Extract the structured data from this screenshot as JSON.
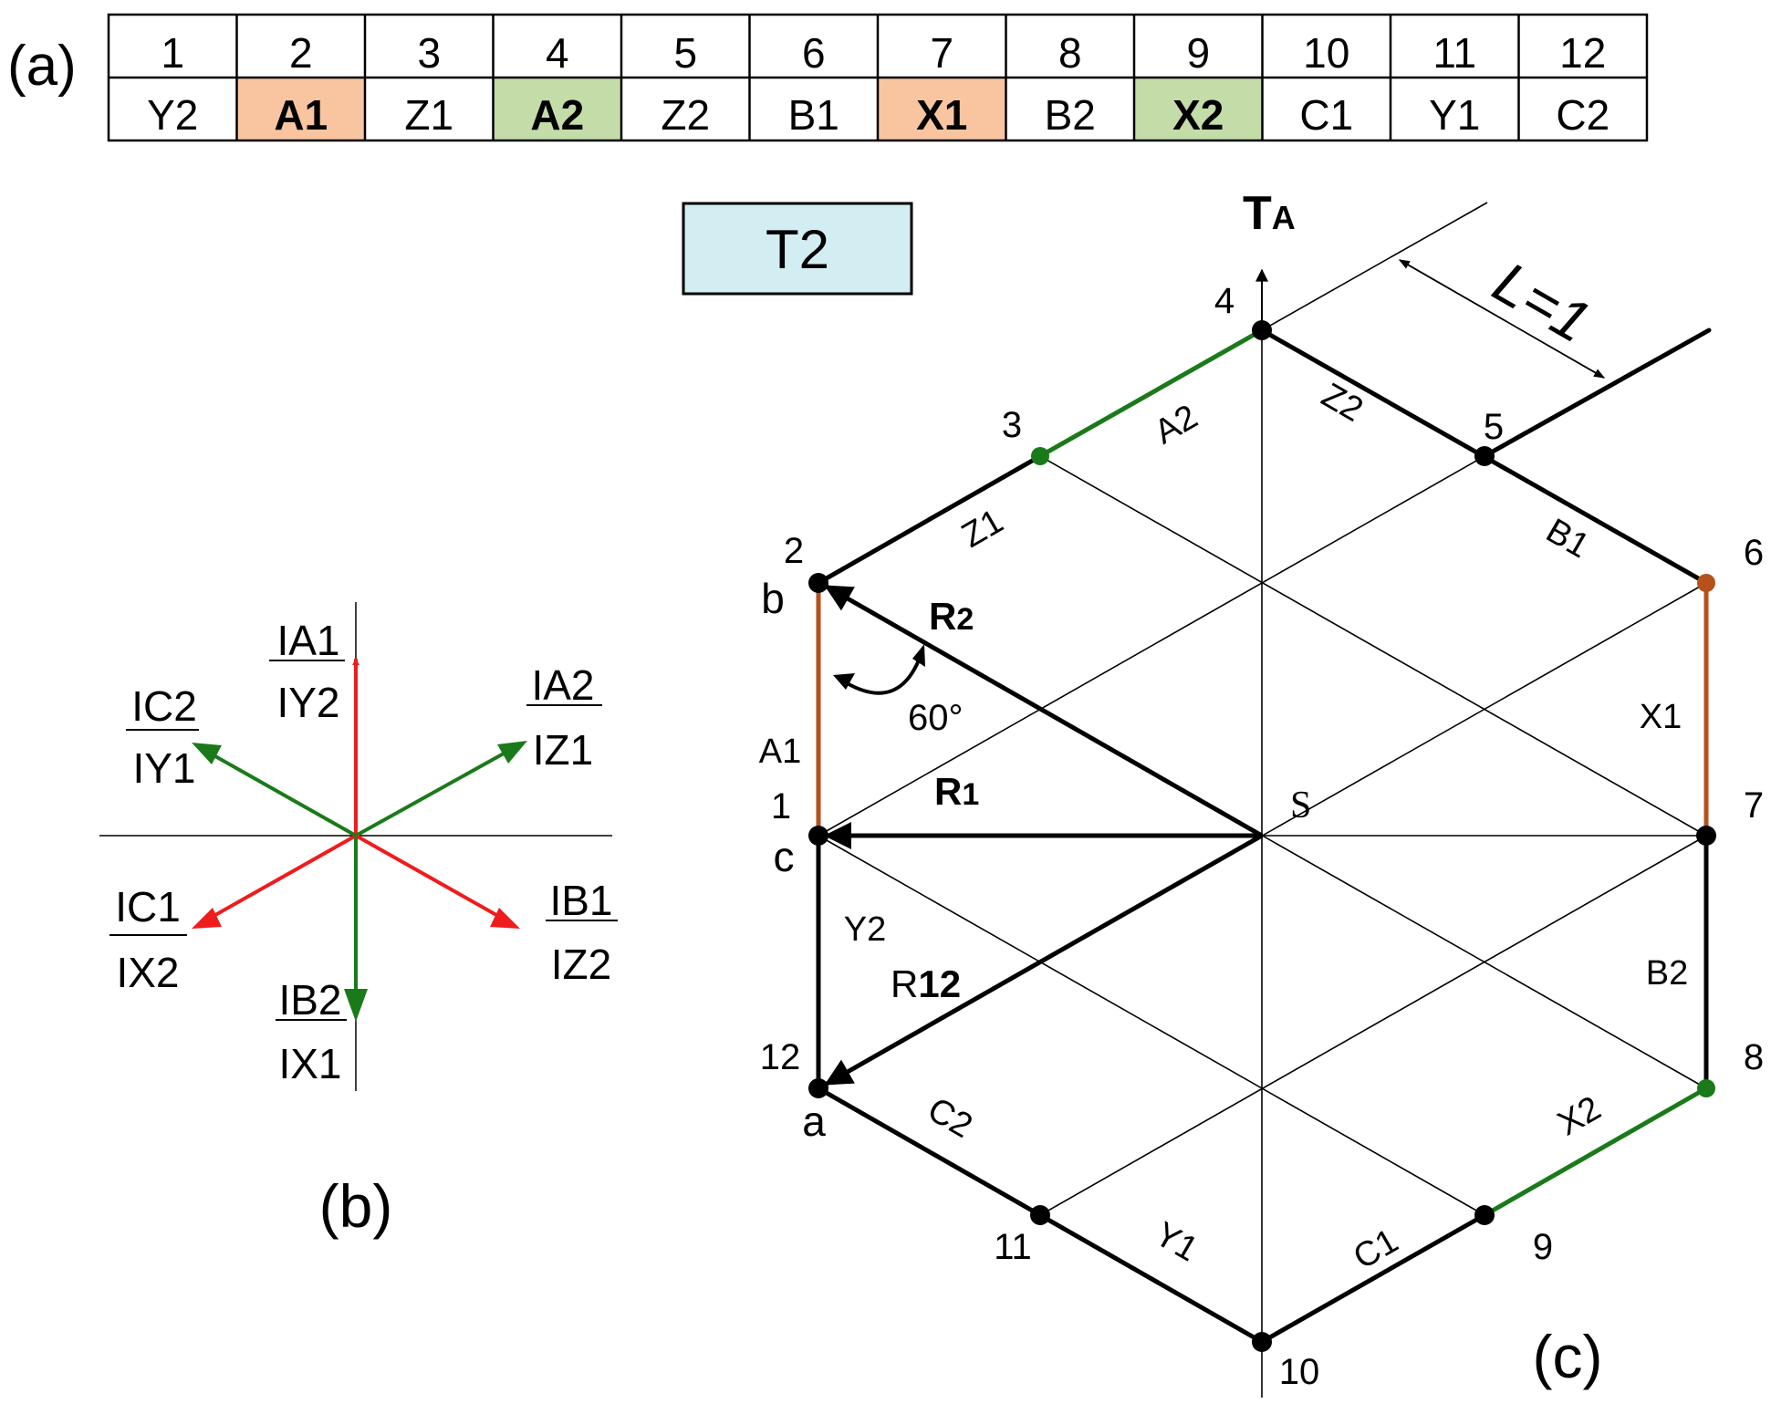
{
  "panel_a": {
    "label": "(a)",
    "headers": [
      "1",
      "2",
      "3",
      "4",
      "5",
      "6",
      "7",
      "8",
      "9",
      "10",
      "11",
      "12"
    ],
    "cells": [
      {
        "text": "Y2",
        "bg": "#ffffff",
        "bold": false
      },
      {
        "text": "A1",
        "bg": "#f8c5a0",
        "bold": true
      },
      {
        "text": "Z1",
        "bg": "#ffffff",
        "bold": false
      },
      {
        "text": "A2",
        "bg": "#c3dca8",
        "bold": true
      },
      {
        "text": "Z2",
        "bg": "#ffffff",
        "bold": false
      },
      {
        "text": "B1",
        "bg": "#ffffff",
        "bold": false
      },
      {
        "text": "X1",
        "bg": "#f8c5a0",
        "bold": true
      },
      {
        "text": "B2",
        "bg": "#ffffff",
        "bold": false
      },
      {
        "text": "X2",
        "bg": "#c3dca8",
        "bold": true
      },
      {
        "text": "C1",
        "bg": "#ffffff",
        "bold": false
      },
      {
        "text": "Y1",
        "bg": "#ffffff",
        "bold": false
      },
      {
        "text": "C2",
        "bg": "#ffffff",
        "bold": false
      }
    ]
  },
  "badge": {
    "text": "T2",
    "bg": "#d3eef3"
  },
  "panel_b": {
    "label": "(b)",
    "phasors": [
      {
        "top": "IA1",
        "bottom": "IY2",
        "color": "#ee1c1c"
      },
      {
        "top": "IA2",
        "bottom": "IZ1",
        "color": "#1a7a1a"
      },
      {
        "top": "IB1",
        "bottom": "IZ2",
        "color": "#ee1c1c"
      },
      {
        "top": "IB2",
        "bottom": "IX1",
        "color": "#1a7a1a"
      },
      {
        "top": "IC1",
        "bottom": "IX2",
        "color": "#ee1c1c"
      },
      {
        "top": "IC2",
        "bottom": "IY1",
        "color": "#1a7a1a"
      }
    ]
  },
  "panel_c": {
    "label": "(c)",
    "axis_label_main": "T",
    "axis_label_sub": "A",
    "center_label": "S",
    "length_label": "L=1",
    "angle_label": "60°",
    "node_numbers": [
      "1",
      "2",
      "3",
      "4",
      "5",
      "6",
      "7",
      "8",
      "9",
      "10",
      "11",
      "12"
    ],
    "terminals": {
      "a": "a",
      "b": "b",
      "c": "c"
    },
    "segment_labels": [
      "A1",
      "Z1",
      "A2",
      "Z2",
      "B1",
      "X1",
      "B2",
      "X2",
      "C1",
      "Y1",
      "C2",
      "Y2"
    ],
    "vectors": {
      "r1": {
        "main": "R",
        "sub": "1"
      },
      "r2": {
        "main": "R",
        "sub": "2"
      },
      "r12": {
        "main": "R",
        "sub": "12"
      }
    },
    "colors": {
      "phase_a1": "#b5521b",
      "phase_a2": "#1a7a1a",
      "outline": "#000000"
    }
  }
}
